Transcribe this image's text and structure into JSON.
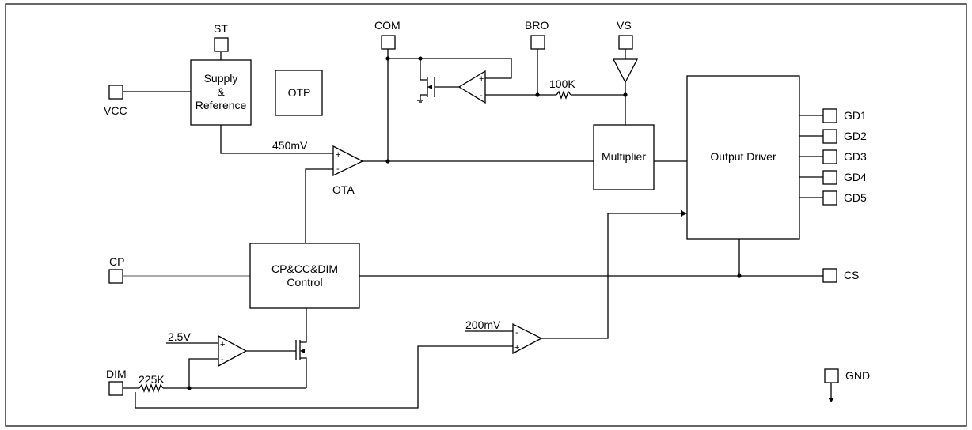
{
  "blocks": {
    "supply_line1": "Supply",
    "supply_line2": "&",
    "supply_line3": "Reference",
    "otp": "OTP",
    "multiplier": "Multiplier",
    "output_driver": "Output Driver",
    "control_line1": "CP&CC&DIM",
    "control_line2": "Control"
  },
  "pins": {
    "st": "ST",
    "vcc": "VCC",
    "com": "COM",
    "bro": "BRO",
    "vs": "VS",
    "gd1": "GD1",
    "gd2": "GD2",
    "gd3": "GD3",
    "gd4": "GD4",
    "gd5": "GD5",
    "cp": "CP",
    "cs": "CS",
    "dim": "DIM",
    "gnd": "GND"
  },
  "labels": {
    "ota": "OTA",
    "ref_450": "450mV",
    "res_100k": "100K",
    "ref_2v5": "2.5V",
    "res_225k": "225K",
    "ref_200": "200mV",
    "plus": "+",
    "minus": "-"
  }
}
